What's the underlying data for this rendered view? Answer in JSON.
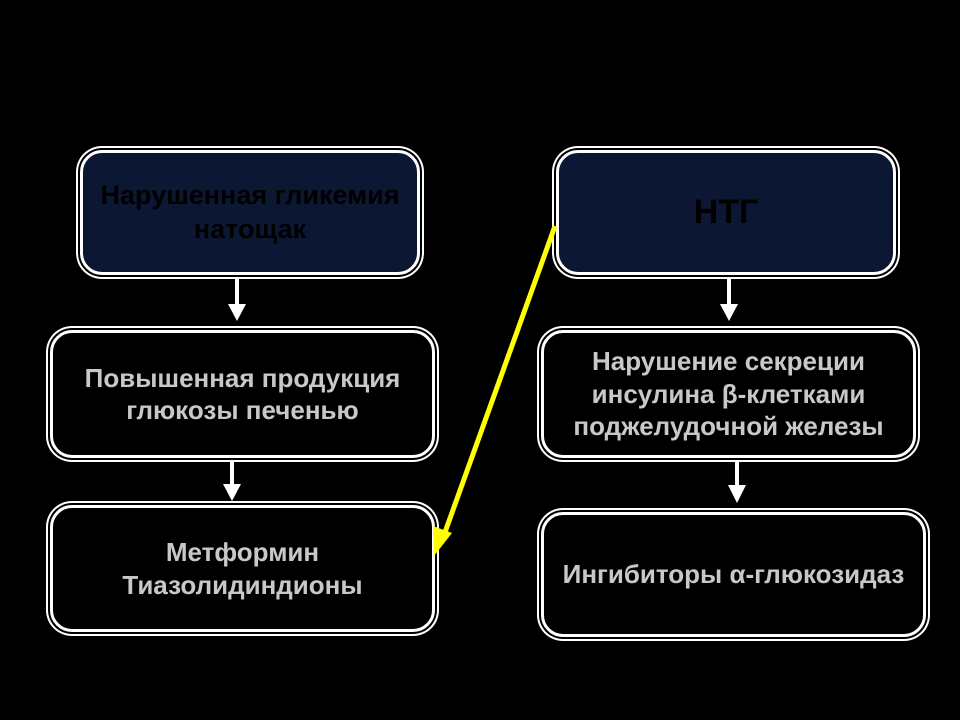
{
  "boxes": {
    "ifg": "Нарушенная гликемия\nнатощак",
    "ntg": "НТГ",
    "liver": "Повышенная продукция\nглюкозы печенью",
    "secretion": "Нарушение секреции\nинсулина  β-клетками\nподжелудочной железы",
    "metformin": "Метформин\nТиазолидиндионы",
    "inhibitors": "Ингибиторы α-глюкозидаз"
  },
  "colors": {
    "dark_box": "#0c1733",
    "arrow_white": "#ffffff",
    "arrow_yellow": "#ffff00"
  }
}
